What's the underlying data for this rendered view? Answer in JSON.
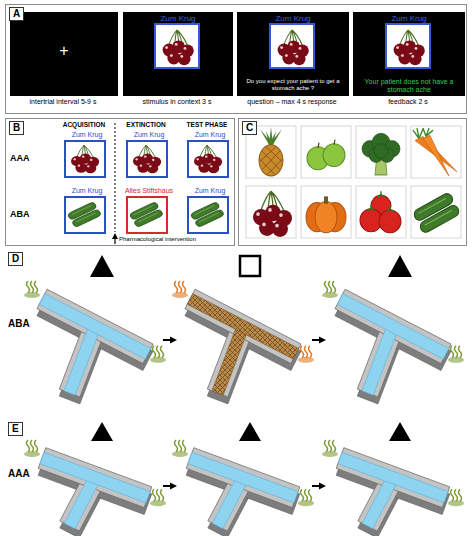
{
  "diagram": {
    "nodes": [
      {
        "text": [
          "A"
        ]
      },
      {
        "text": [
          "+"
        ],
        "in": 0
      },
      {
        "text": [
          "Zum Krug"
        ],
        "in": 0
      },
      {
        "text": [
          "Zum Krug",
          "Do you expect your patient to get a stomach ache ?"
        ],
        "in": 0
      },
      {
        "text": [
          "Zum Krug",
          "Your patient does not have a stomach ache"
        ],
        "in": 0
      },
      {
        "text": [
          "B"
        ]
      },
      {
        "text": [
          "Zum Krug"
        ],
        "in": 5
      },
      {
        "text": [
          "Zum Krug"
        ],
        "in": 5
      },
      {
        "text": [
          "Zum Krug"
        ],
        "in": 5
      },
      {
        "text": [
          "Zum Krug"
        ],
        "in": 5
      },
      {
        "text": [
          "Altes Stiftshaus"
        ],
        "in": 5
      },
      {
        "text": [
          "Zum Krug"
        ],
        "in": 5
      },
      {
        "text": [
          "C"
        ]
      },
      {
        "text": [
          "D"
        ]
      },
      {
        "text": [
          "E"
        ]
      }
    ],
    "labels": [
      "intertrial interval 5-9 s",
      "stimulus in context 3 s",
      "question – max 4 s response",
      "feedback 2 s",
      "ACQUISITION",
      "EXTINCTION",
      "TEST PHASE",
      "AAA",
      "ABA",
      "Pharmacological intervention",
      "ABA",
      "AAA"
    ]
  }
}
